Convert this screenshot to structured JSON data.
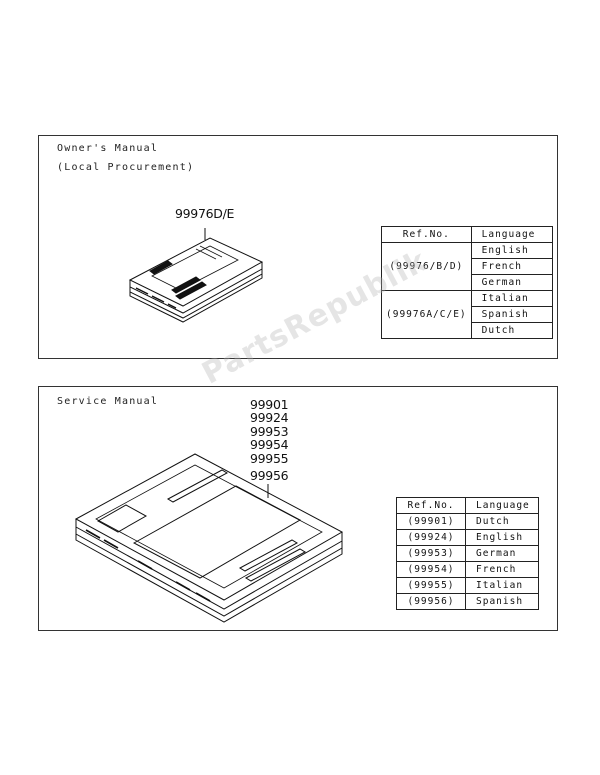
{
  "owners_panel": {
    "title_line1": "Owner's Manual",
    "title_line2": "(Local Procurement)",
    "part_number": "99976D/E",
    "table": {
      "header": [
        "Ref.No.",
        "Language"
      ],
      "groups": [
        {
          "ref": "(99976/B/D)",
          "languages": [
            "English",
            "French",
            "German"
          ]
        },
        {
          "ref": "(99976A/C/E)",
          "languages": [
            "Italian",
            "Spanish",
            "Dutch"
          ]
        }
      ]
    }
  },
  "service_panel": {
    "title": "Service Manual",
    "part_numbers": [
      "99901",
      "99924",
      "99953",
      "99954",
      "99955",
      "99956"
    ],
    "table": {
      "header": [
        "Ref.No.",
        "Language"
      ],
      "rows": [
        {
          "ref": "(99901)",
          "language": "Dutch"
        },
        {
          "ref": "(99924)",
          "language": "English"
        },
        {
          "ref": "(99953)",
          "language": "German"
        },
        {
          "ref": "(99954)",
          "language": "French"
        },
        {
          "ref": "(99955)",
          "language": "Italian"
        },
        {
          "ref": "(99956)",
          "language": "Spanish"
        }
      ]
    }
  },
  "watermark": "PartsRepublik"
}
